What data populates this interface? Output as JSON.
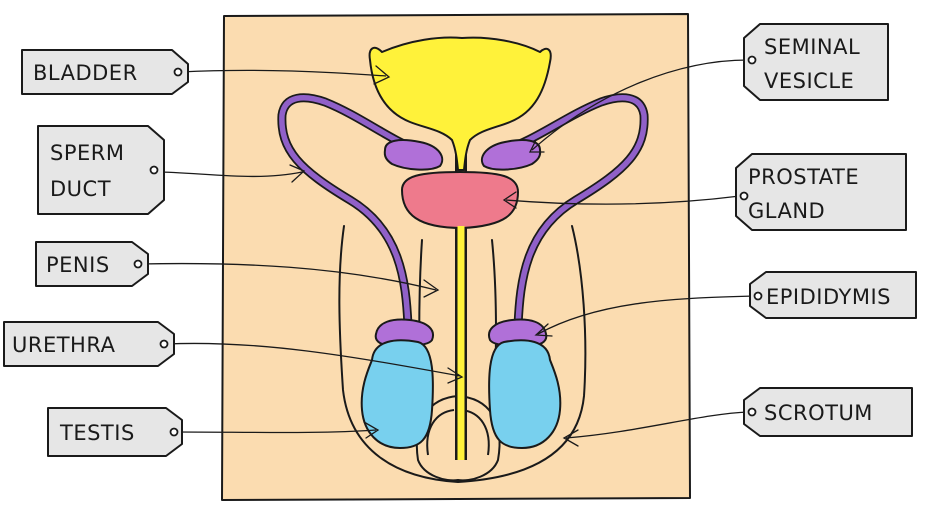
{
  "colors": {
    "background_panel": "#fbdcb0",
    "bladder": "#fff23a",
    "urethra": "#fff23a",
    "seminal_vesicle": "#b070d8",
    "epididymis": "#b070d8",
    "sperm_duct": "#9060c8",
    "prostate_gland": "#ee7a8c",
    "testis": "#78d0ee",
    "label_tag": "#e6e6e6",
    "outline": "#1a1a1a"
  },
  "labels": {
    "bladder": [
      "BLADDER"
    ],
    "sperm_duct": [
      "SPERM",
      "DUCT"
    ],
    "penis": [
      "PENIS"
    ],
    "urethra": [
      "URETHRA"
    ],
    "testis": [
      "TESTIS"
    ],
    "seminal_vesicle": [
      "SEMINAL",
      "VESICLE"
    ],
    "prostate_gland": [
      "PROSTATE",
      "GLAND"
    ],
    "epididymis": [
      "EPIDIDYMIS"
    ],
    "scrotum": [
      "SCROTUM"
    ]
  }
}
